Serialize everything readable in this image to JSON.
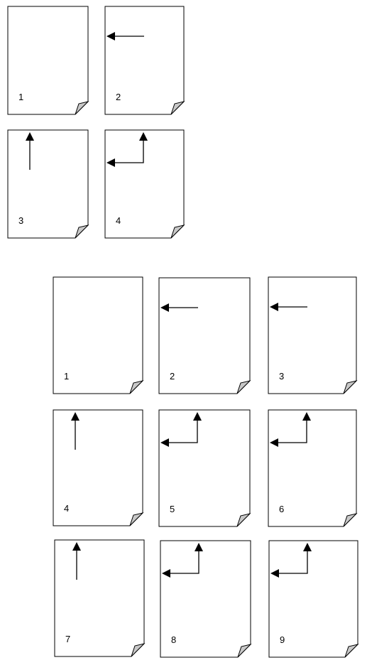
{
  "layouts": [
    {
      "name": "two-by-two",
      "pages": [
        {
          "label": "1",
          "arrow": "none"
        },
        {
          "label": "2",
          "arrow": "left"
        },
        {
          "label": "3",
          "arrow": "up"
        },
        {
          "label": "4",
          "arrow": "up-left"
        }
      ]
    },
    {
      "name": "three-by-three",
      "pages": [
        {
          "label": "1",
          "arrow": "none"
        },
        {
          "label": "2",
          "arrow": "left"
        },
        {
          "label": "3",
          "arrow": "left"
        },
        {
          "label": "4",
          "arrow": "up"
        },
        {
          "label": "5",
          "arrow": "up-left"
        },
        {
          "label": "6",
          "arrow": "up-left"
        },
        {
          "label": "7",
          "arrow": "up"
        },
        {
          "label": "8",
          "arrow": "up-left"
        },
        {
          "label": "9",
          "arrow": "up-left"
        }
      ]
    }
  ],
  "colors": {
    "stroke": "#000000",
    "curl": "#c8c8c8",
    "background": "#ffffff"
  }
}
